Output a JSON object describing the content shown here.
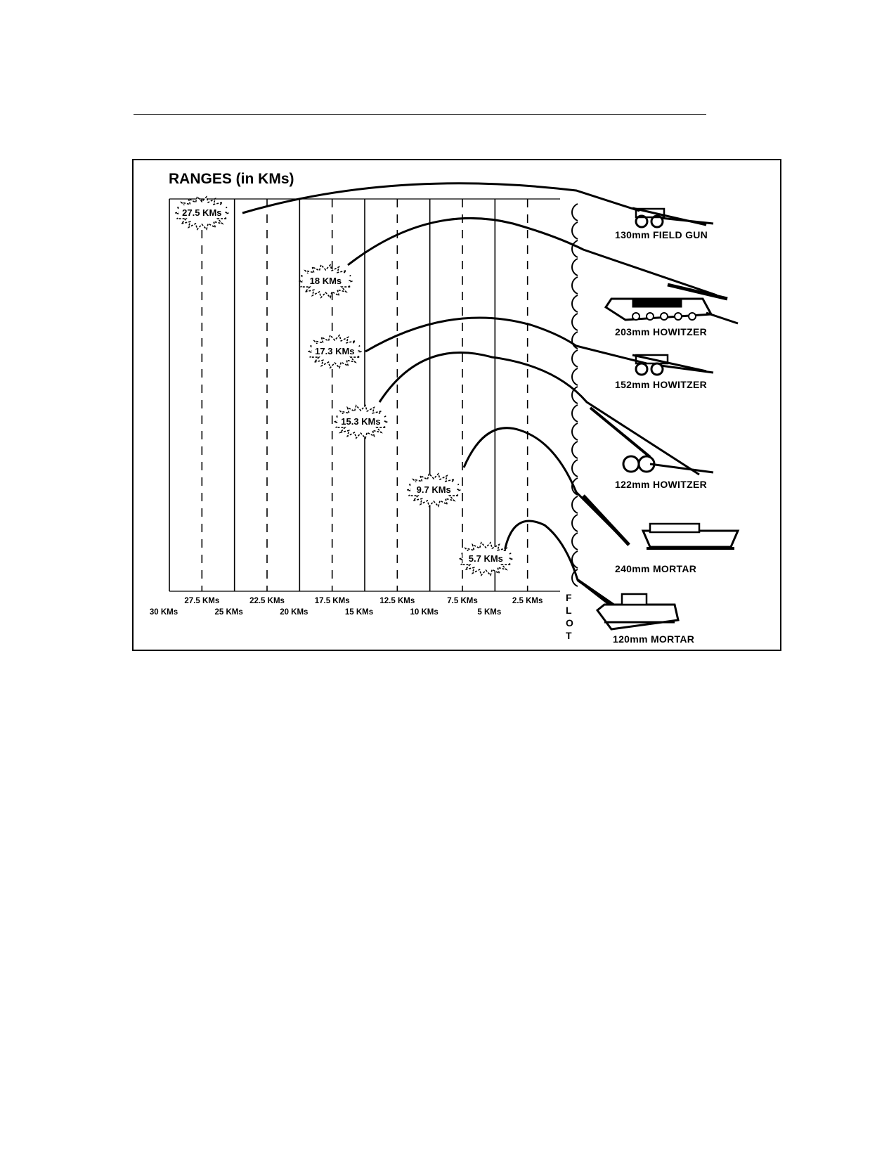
{
  "figure": {
    "title": "RANGES (in KMs)",
    "flot_label": "FLOT",
    "scale_top_ticks": [
      "27.5 KMs",
      "22.5 KMs",
      "17.5 KMs",
      "12.5 KMs",
      "7.5 KMs",
      "2.5 KMs"
    ],
    "scale_bottom_ticks": [
      "30 KMs",
      "25 KMs",
      "20 KMs",
      "15 KMs",
      "10 KMs",
      "5 KMs"
    ],
    "solid_gridlines_km": [
      30,
      25,
      20,
      15,
      10,
      5
    ],
    "dashed_gridlines_km": [
      27.5,
      22.5,
      17.5,
      12.5,
      7.5,
      2.5
    ],
    "weapons": [
      {
        "name": "130mm  FIELD GUN",
        "range_label": "27.5 KMs",
        "range_km": 27.5
      },
      {
        "name": "203mm  HOWITZER",
        "range_label": "18 KMs",
        "range_km": 18
      },
      {
        "name": "152mm  HOWITZER",
        "range_label": "17.3 KMs",
        "range_km": 17.3
      },
      {
        "name": "122mm  HOWITZER",
        "range_label": "15.3 KMs",
        "range_km": 15.3
      },
      {
        "name": "240mm  MORTAR",
        "range_label": "9.7 KMs",
        "range_km": 9.7
      },
      {
        "name": "120mm  MORTAR",
        "range_label": "5.7 KMs",
        "range_km": 5.7
      }
    ]
  }
}
